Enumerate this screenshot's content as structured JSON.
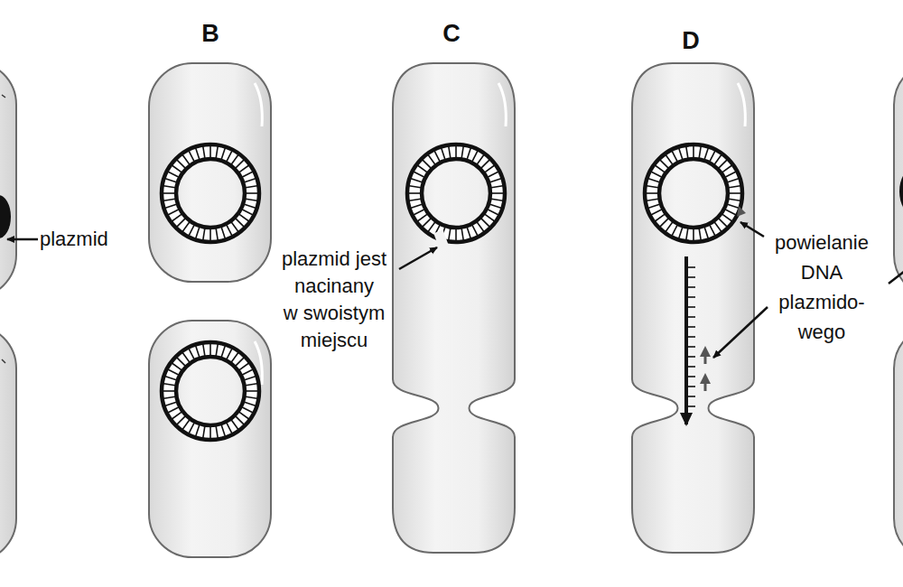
{
  "diagram": {
    "labels": [
      "B",
      "C",
      "D",
      "plazmid",
      "plazmid jest nacinany w swoistym miejscu",
      "powielanie DNA plazmido- wego"
    ]
  }
}
